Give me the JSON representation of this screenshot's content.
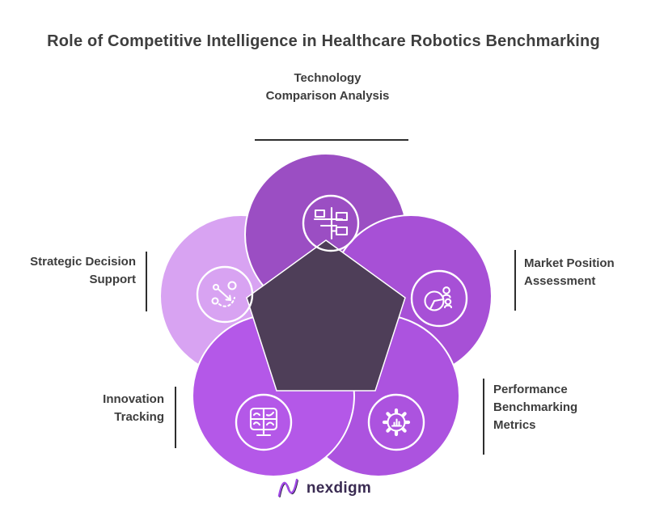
{
  "title": "Role of Competitive Intelligence in Healthcare Robotics Benchmarking",
  "diagram": {
    "type": "flower-pentagon",
    "pentagon_color": "#4e3e58",
    "petals": [
      {
        "id": "technology-comparison-analysis",
        "position": "top",
        "label": "Technology\nComparison Analysis",
        "color": "#9b4ec3",
        "icon": "flowchart-icon"
      },
      {
        "id": "market-position-assessment",
        "position": "upper-right",
        "label": "Market Position\nAssessment",
        "color": "#a750d6",
        "icon": "pie-people-icon"
      },
      {
        "id": "performance-benchmarking-metrics",
        "position": "lower-right",
        "label": "Performance\nBenchmarking\nMetrics",
        "color": "#ac53df",
        "icon": "gear-chart-icon"
      },
      {
        "id": "innovation-tracking",
        "position": "lower-left",
        "label": "Innovation\nTracking",
        "color": "#b458e8",
        "icon": "monitor-chart-icon"
      },
      {
        "id": "strategic-decision-support",
        "position": "upper-left",
        "label": "Strategic Decision\nSupport",
        "color": "#d8a3f2",
        "icon": "strategy-arrow-icon"
      }
    ]
  },
  "footer": {
    "logo_text": "nexdigm"
  },
  "colors": {
    "title_text": "#3e3e3e",
    "label_text": "#3d3d3d",
    "rule": "#2e2e2e",
    "icon_stroke": "#ffffff",
    "logo_text": "#3a2b52",
    "logo_mark_purple": "#a14be5",
    "logo_mark_dark": "#2c2344"
  }
}
